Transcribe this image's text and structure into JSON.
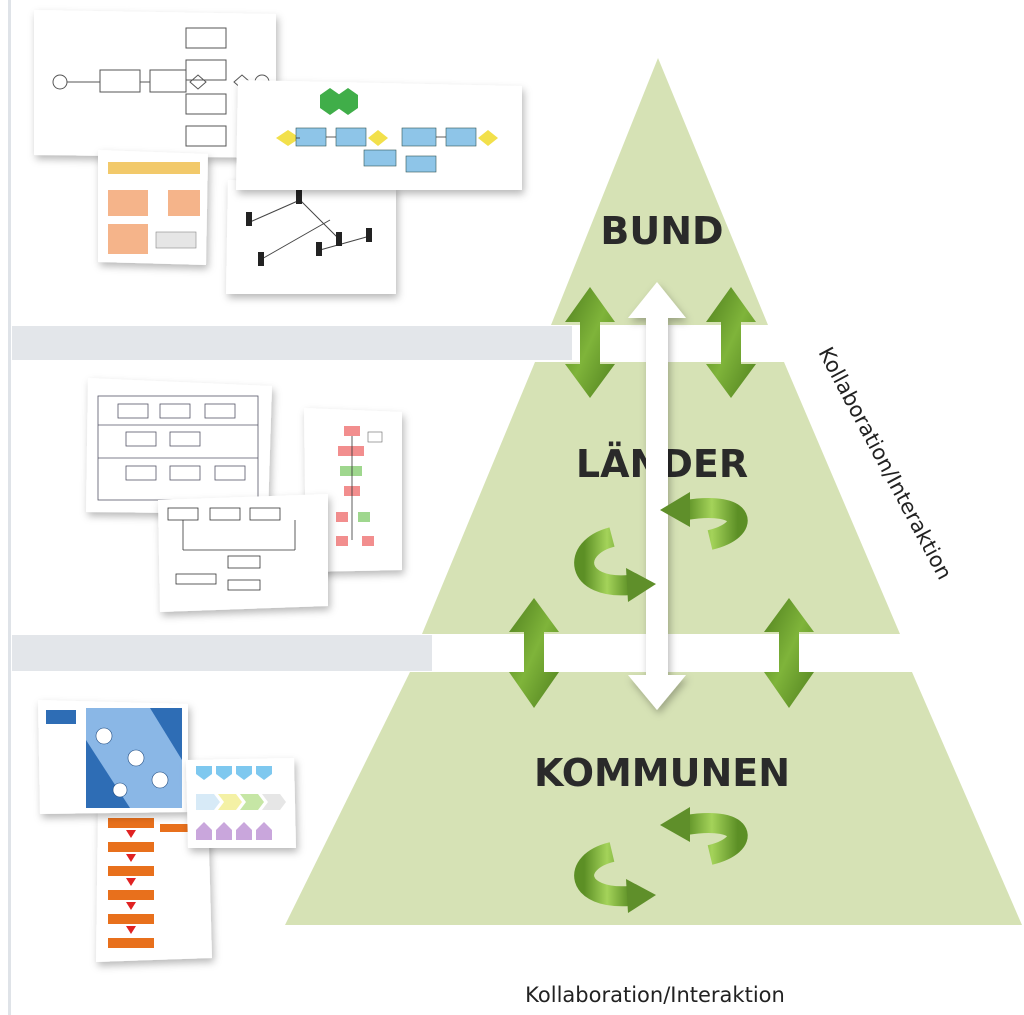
{
  "diagram": {
    "levels": [
      {
        "label": "BUND"
      },
      {
        "label": "LÄNDER"
      },
      {
        "label": "KOMMUNEN"
      }
    ],
    "axis_right_label": "Kollaboration/Interaktion",
    "axis_bottom_label": "Kollaboration/Interaktion"
  },
  "colors": {
    "pyramid_fill": "#d6e2b5",
    "band_fill": "#e3e6ea",
    "arrow_dark": "#5f8f2a",
    "arrow_light": "#8fc04a",
    "white_arrow": "#ffffff"
  },
  "thumbnails": {
    "top": [
      "process-diagram-thumbnail",
      "bpmn-diagram-thumbnail",
      "org-chart-thumbnail",
      "network-diagram-thumbnail"
    ],
    "middle": [
      "flowchart-thumbnail",
      "swimlane-thumbnail",
      "vertical-process-thumbnail"
    ],
    "bottom": [
      "matrix-diagram-thumbnail",
      "value-chain-thumbnail",
      "orange-flow-thumbnail"
    ]
  }
}
